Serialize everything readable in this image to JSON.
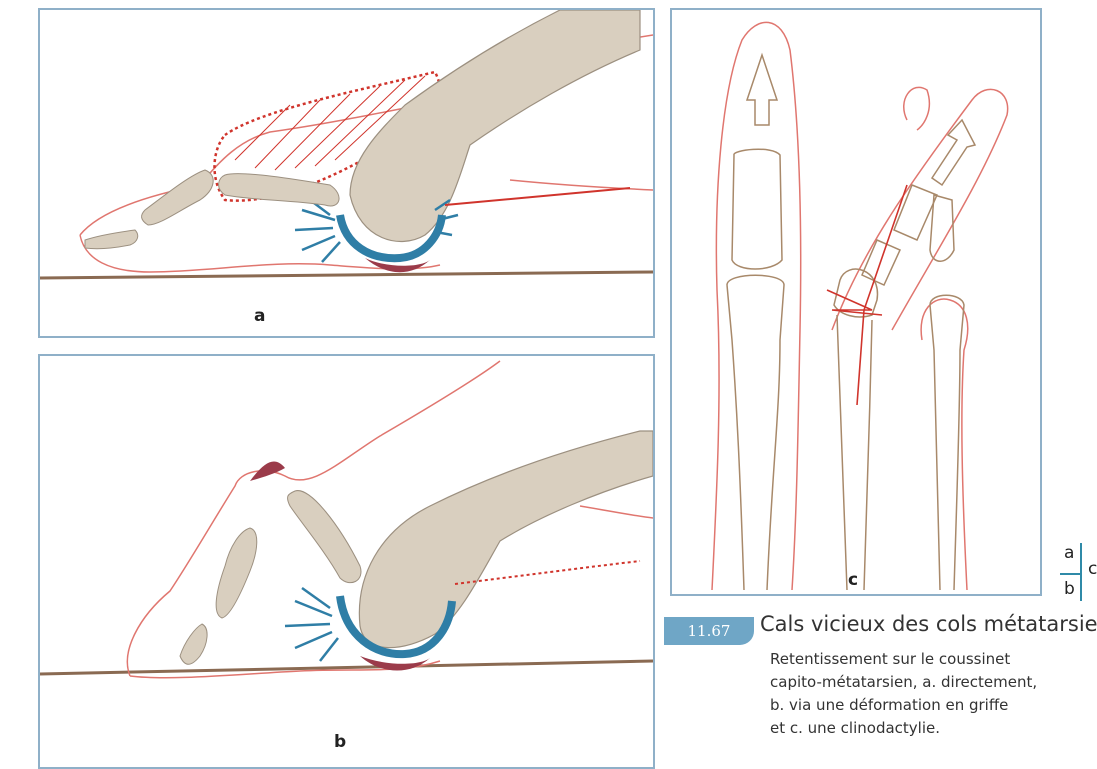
{
  "panels": {
    "a": {
      "label": "a"
    },
    "b": {
      "label": "b"
    },
    "c": {
      "label": "c"
    }
  },
  "layout_key": {
    "a": "a",
    "b": "b",
    "c": "c"
  },
  "caption": {
    "figure_number": "11.67",
    "title": "Cals vicieux des cols métatarsiens.",
    "body_lines": [
      "Retentissement sur le coussinet",
      "capito-métatarsien, a. directement,",
      "b. via une déformation en griffe",
      "et c. une clinodactylie."
    ]
  },
  "colors": {
    "frame": "#8fb0c8",
    "outline": "#e0766f",
    "bone": "#d9cfbf",
    "cartilage": "#2f7ea6",
    "callus": "#9b3b4a",
    "ground": "#8a6a52",
    "badge": "#6fa6c6"
  }
}
